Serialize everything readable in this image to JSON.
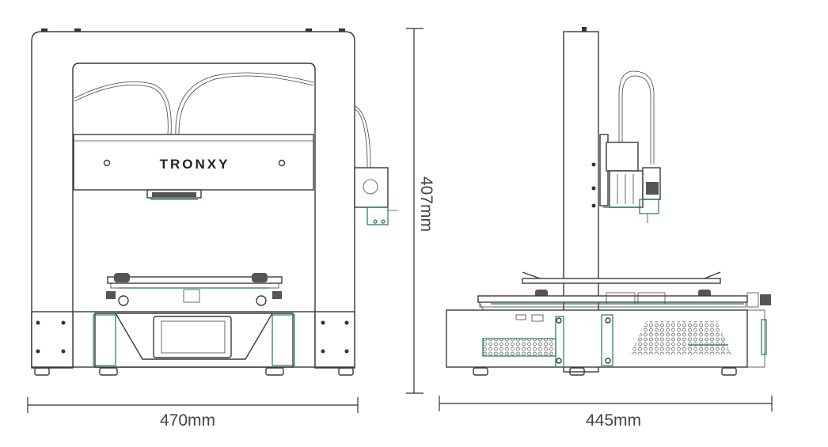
{
  "brand": "TRONXY",
  "dimensions": {
    "front_width": "470mm",
    "height": "407mm",
    "side_depth": "445mm"
  },
  "colors": {
    "line": "#3a3a3a",
    "accent_green": "#1f7a55",
    "background": "#ffffff"
  }
}
